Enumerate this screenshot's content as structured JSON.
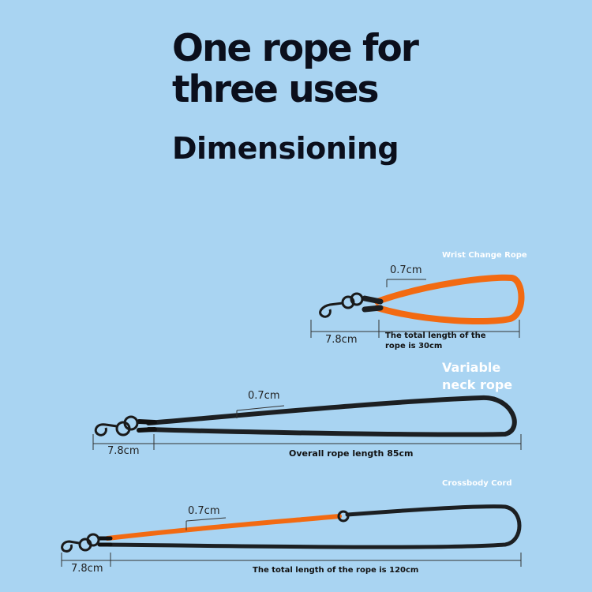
{
  "header": {
    "headline_line1": "One rope for",
    "headline_line2": "three uses",
    "subtitle": "Dimensioning"
  },
  "products": {
    "wrist": {
      "title": "Wrist Change Rope",
      "width_label": "0.7cm",
      "hook_label": "7.8cm",
      "length_line1": "The total length of the",
      "length_line2": "rope is 30cm",
      "rope_color": "#f26a12"
    },
    "neck": {
      "title_line1": "Variable",
      "title_line2": "neck rope",
      "width_label": "0.7cm",
      "hook_label": "7.8cm",
      "length_label": "Overall rope length 85cm",
      "rope_color": "#1c1f22"
    },
    "crossbody": {
      "title": "Crossbody Cord",
      "width_label": "0.7cm",
      "hook_label": "7.8cm",
      "length_label": "The total length of the rope is 120cm",
      "rope_color_primary": "#f26a12",
      "rope_color_secondary": "#1c1f22"
    }
  },
  "colors": {
    "background": "#a9d4f2",
    "heading": "#0b0f1c",
    "orange_rope": "#f26a12",
    "black_rope": "#1c1f22"
  }
}
